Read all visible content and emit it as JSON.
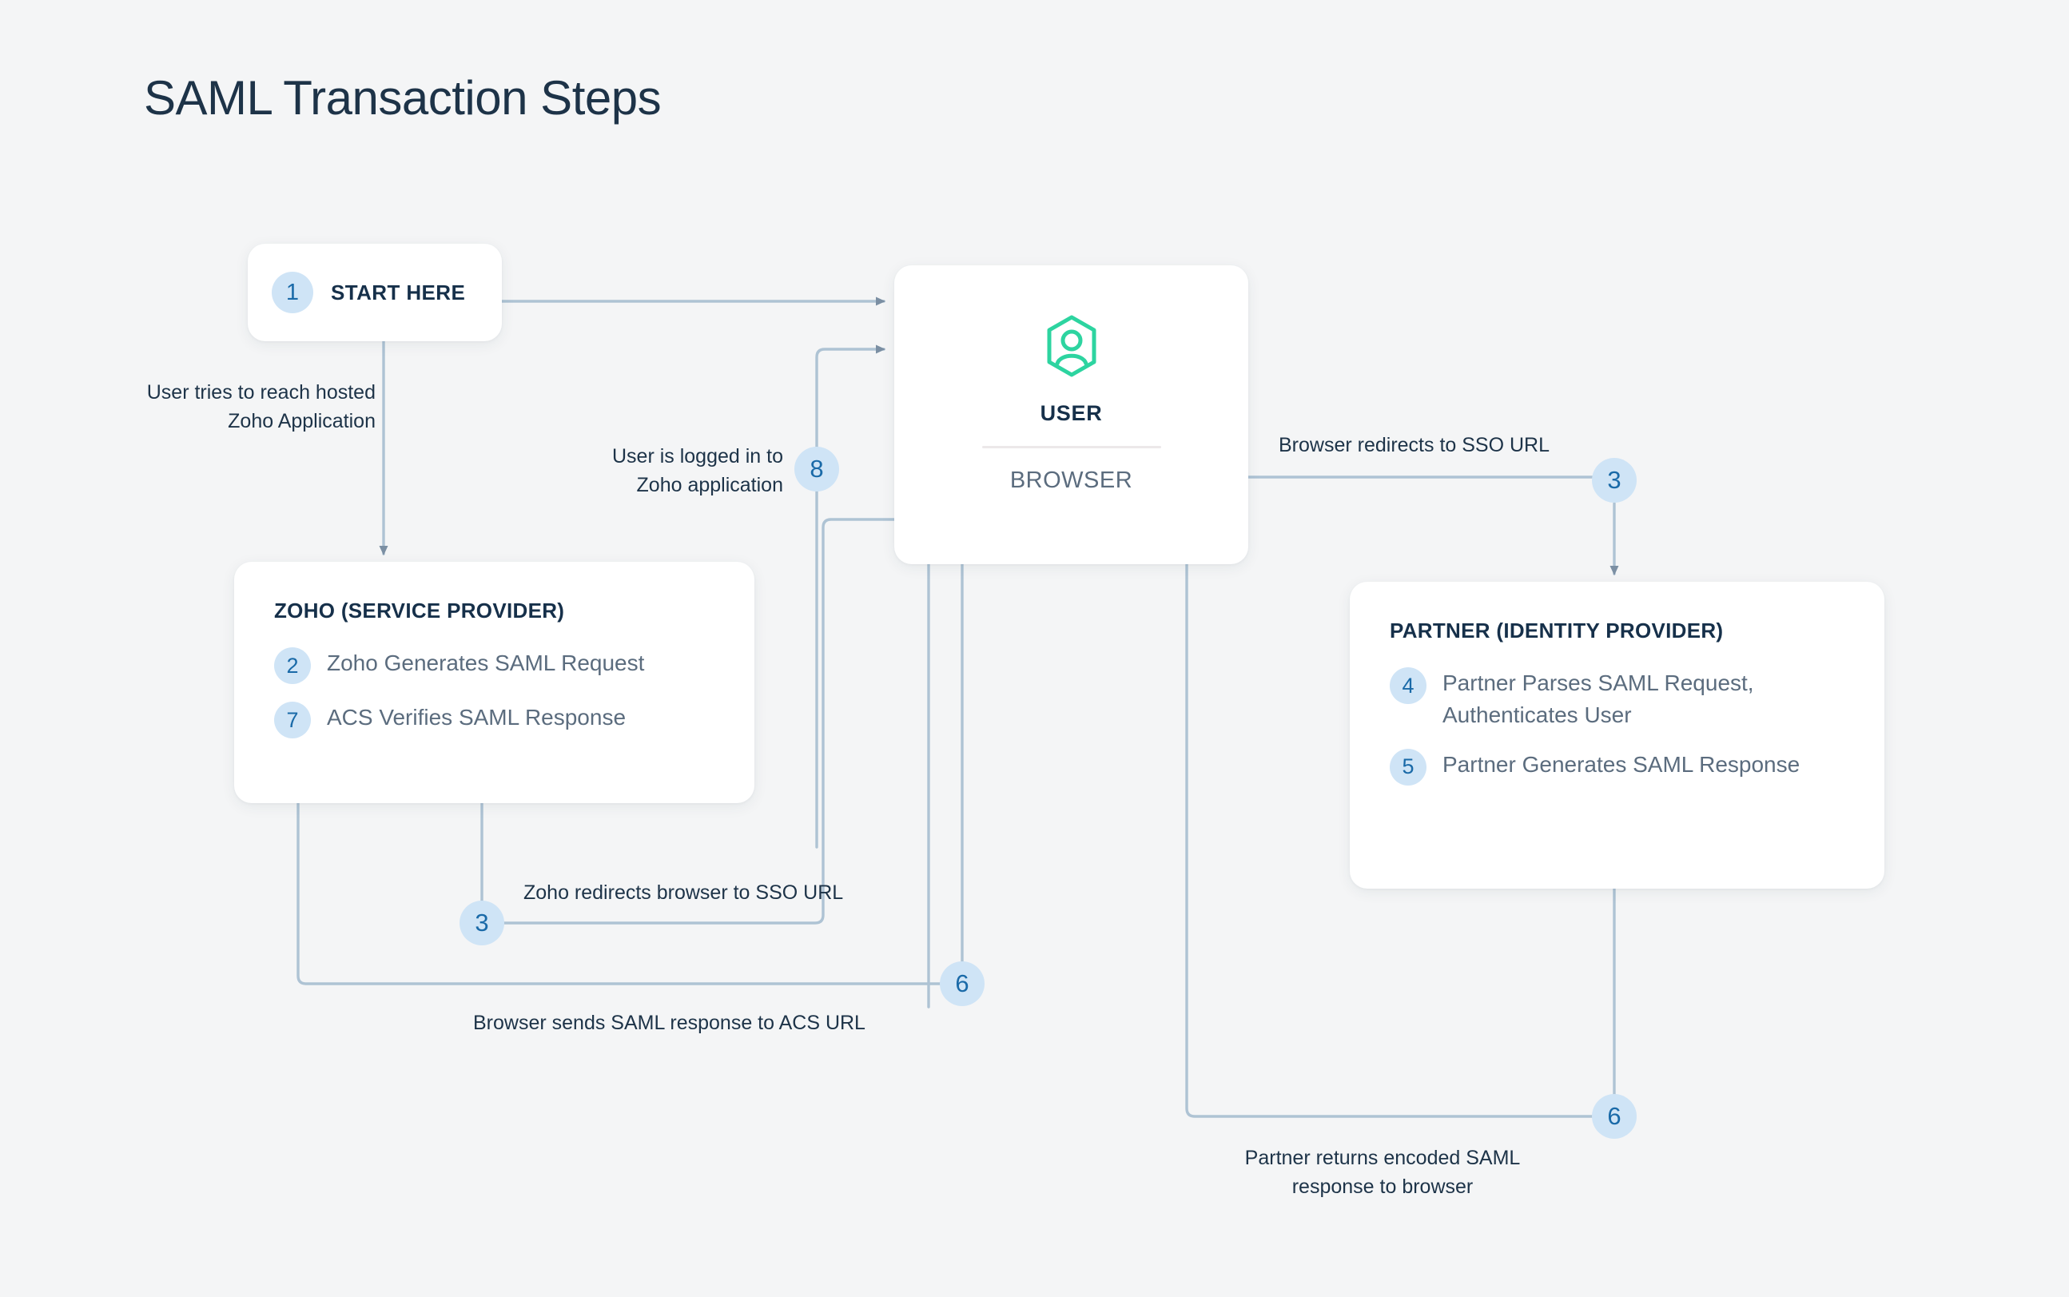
{
  "page": {
    "title": "SAML Transaction Steps",
    "background_color": "#f4f5f6"
  },
  "colors": {
    "title_navy": "#1d3348",
    "heading_navy": "#16304a",
    "body_slate": "#5b6c7e",
    "badge_fill": "#cfe4f6",
    "badge_text": "#1a6aa8",
    "wire": "#aec3d4",
    "arrow_head": "#7b8fa3",
    "user_icon_green": "#2dd4a0",
    "card_white": "#ffffff",
    "divider": "#ece8e9"
  },
  "start_card": {
    "badge": "1",
    "label": "START HERE"
  },
  "user_card": {
    "icon": "user-hexagon-icon",
    "title": "USER",
    "browser_label": "BROWSER"
  },
  "zoho_card": {
    "heading": "ZOHO (SERVICE PROVIDER)",
    "steps": [
      {
        "badge": "2",
        "text": "Zoho Generates SAML Request"
      },
      {
        "badge": "7",
        "text": "ACS Verifies SAML Response"
      }
    ]
  },
  "partner_card": {
    "heading": "PARTNER (IDENTITY PROVIDER)",
    "steps": [
      {
        "badge": "4",
        "text": "Partner Parses SAML Request, Authenticates User"
      },
      {
        "badge": "5",
        "text": "Partner Generates SAML Response"
      }
    ]
  },
  "connectors": [
    {
      "id": "user-tries-reach",
      "label": "User tries to reach hosted\nZoho Application",
      "badge": null
    },
    {
      "id": "user-logged-in",
      "label": "User is logged in to\nZoho application",
      "badge": "8"
    },
    {
      "id": "browser-redirects-sso",
      "label": "Browser redirects to SSO URL",
      "badge": "3"
    },
    {
      "id": "zoho-redirects-sso",
      "label": "Zoho redirects browser to SSO URL",
      "badge": "3"
    },
    {
      "id": "browser-sends-acs",
      "label": "Browser sends SAML response to ACS URL",
      "badge": "6"
    },
    {
      "id": "partner-returns-response",
      "label": "Partner returns encoded SAML\nresponse to browser",
      "badge": "6"
    }
  ]
}
